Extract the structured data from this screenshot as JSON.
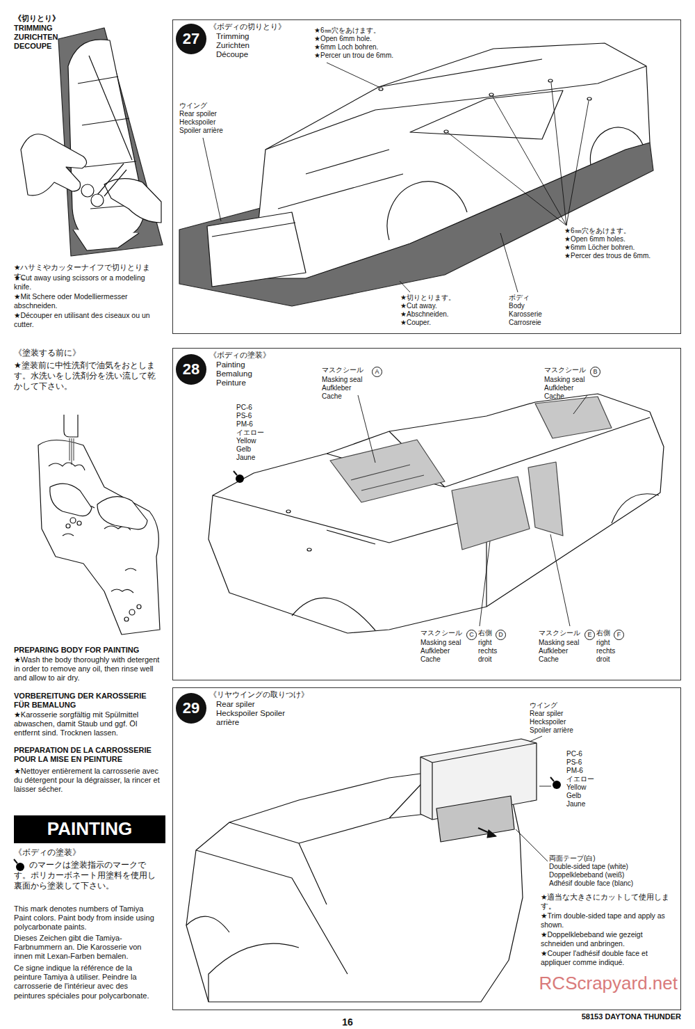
{
  "diagram": {
    "nodes": [
      {
        "text": [
          "《ボディの切りとり》",
          "Trimming Zurichten Découpe"
        ]
      },
      {
        "text": [
          "27"
        ],
        "in": 0
      },
      {
        "text": [
          "《ボディの塗装》",
          "Painting Bemalung Peinture"
        ]
      },
      {
        "text": [
          "28"
        ],
        "in": 2
      },
      {
        "text": [
          "A"
        ],
        "in": 2
      },
      {
        "text": [
          "B"
        ],
        "in": 2
      },
      {
        "text": [
          "C"
        ],
        "in": 2
      },
      {
        "text": [
          "D"
        ],
        "in": 2
      },
      {
        "text": [
          "E"
        ],
        "in": 2
      },
      {
        "text": [
          "F"
        ],
        "in": 2
      },
      {
        "text": [
          "《リヤウイングの取りつけ》",
          "Rear spiler Heckspoiler Spoiler arrière"
        ]
      },
      {
        "text": [
          "29"
        ],
        "in": 10
      },
      {
        "text": [
          "PAINTING"
        ]
      }
    ],
    "labels": [
      "《切りとり》",
      "TRIMMING",
      "ZURICHTEN",
      "DECOUPE",
      "★ハサミやカッターナイフで切りとります。",
      "★Cut away using scissors or a modeling knife.",
      "★Mit Schere oder Modelliermesser abschneiden.",
      "★Découper en utilisant des ciseaux ou un cutter.",
      "《塗装する前に》",
      "★塗装前に中性洗剤で油気をおとします。水洗いをし洗剤分を洗い流して乾かして下さい。",
      "PREPARING BODY FOR PAINTING",
      "★Wash the body thoroughly with detergent in order to remove any oil, then rinse well and allow to air dry.",
      "VORBEREITUNG DER KAROSSERIE FÜR BEMALUNG",
      "★Karosserie sorgfältig mit Spülmittel abwaschen, damit Staub und ggf. Öl entfernt sind. Trocknen lassen.",
      "PREPARATION DE LA CARROSSERIE POUR LA MISE EN PEINTURE",
      "★Nettoyer entièrement la carrosserie avec du détergent pour la dégraisser, la rincer et laisser sécher.",
      "《ボディの塗装》",
      "のマークは塗装指示のマークです。ポリカーボネート用塗料を使用し裏面から塗装して下さい。",
      "This mark denotes numbers of Tamiya Paint colors. Paint body from inside using polycarbonate paints.",
      "Dieses Zeichen gibt die Tamiya-Farbnummern an. Die Karosserie von innen mit Lexan-Farben bemalen.",
      "Ce signe indique la référence de la peinture Tamiya à utiliser. Peindre la carrosserie de l'intérieur avec des peintures spéciales pour polycarbonate.",
      "★6㎜穴をあけます。",
      "★Open 6mm hole.",
      "★6mm Loch bohren.",
      "★Percer un trou de 6mm.",
      "ウイング",
      "Rear spoiler",
      "Heckspoiler",
      "Spoiler arrière",
      "★6㎜穴をあけます。",
      "★Open 6mm holes.",
      "★6mm Löcher bohren.",
      "★Percer des trous de 6mm.",
      "★切りとります。",
      "★Cut away.",
      "★Abschneiden.",
      "★Couper.",
      "ボディ",
      "Body",
      "Karosserie",
      "Carrosreie",
      "PC-6",
      "PS-6",
      "PM-6",
      "イエロー",
      "Yellow",
      "Gelb",
      "Jaune",
      "マスクシール",
      "Masking seal",
      "Aufkleber",
      "Cache",
      "マスクシール",
      "Masking seal",
      "Aufkleber",
      "Cache",
      "マスクシール",
      "右側",
      "Masking seal",
      "right",
      "Aufkleber",
      "rechts",
      "Cache",
      "droit",
      "マスクシール",
      "右側",
      "Masking seal",
      "right",
      "Aufkleber",
      "rechts",
      "Cache",
      "droit",
      "ウイング",
      "Rear spiler",
      "Heckspoiler",
      "Spoiler arrière",
      "PC-6",
      "PS-6",
      "PM-6",
      "イエロー",
      "Yellow",
      "Gelb",
      "Jaune",
      "両面テープ(白)",
      "Double-sided tape (white)",
      "Doppelklebeband (weiß)",
      "Adhésif double face (blanc)",
      "★適当な大きさにカットして使用します。",
      "★Trim double-sided tape and apply as shown.",
      "★Doppelklebeband wie gezeigt schneiden und anbringen.",
      "★Couper l'adhésif double face et appliquer comme indiqué.",
      "16",
      "58153 DAYTONA THUNDER",
      "RCScrapyard.net"
    ]
  }
}
